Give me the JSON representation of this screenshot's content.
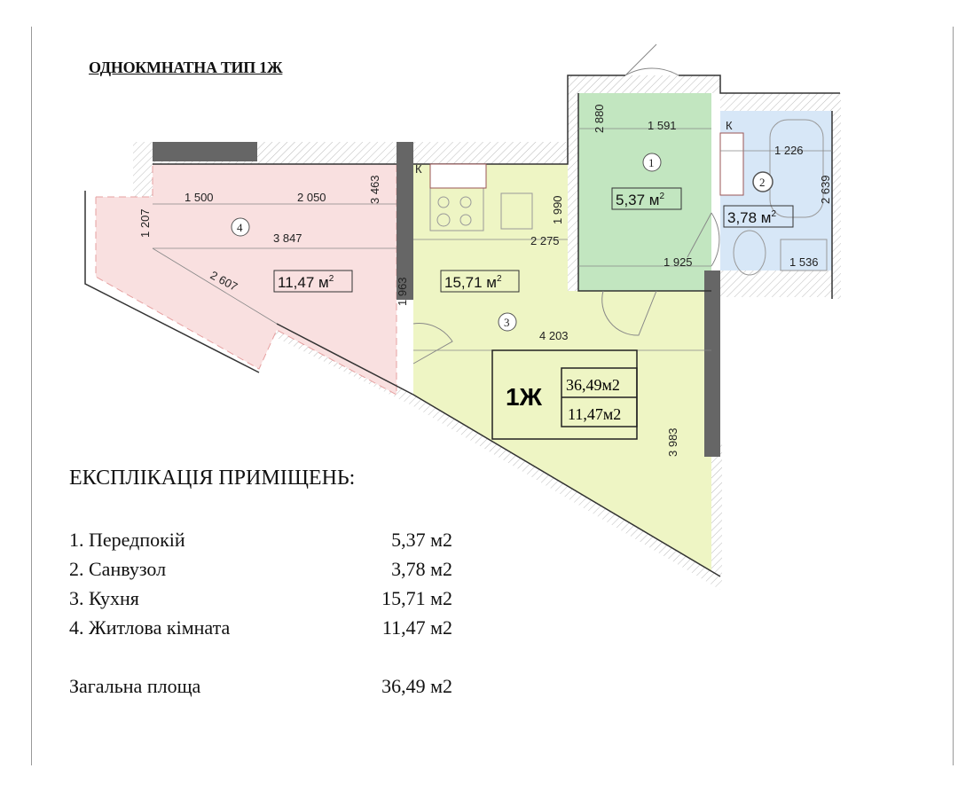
{
  "title": "ОДНОКМНАТНА ТИП 1Ж",
  "plan": {
    "rooms": [
      {
        "number": "1",
        "area": "5,37 м",
        "color": "#c2e6c0"
      },
      {
        "number": "2",
        "area": "3,78 м",
        "color": "#d7e7f7"
      },
      {
        "number": "3",
        "area": "15,71 м",
        "color": "#eef5c4"
      },
      {
        "number": "4",
        "area": "11,47 м",
        "color": "#f9e0e0"
      }
    ],
    "area_sup": "2",
    "dimensions": [
      "1 500",
      "2 050",
      "3 463",
      "1 207",
      "3 847",
      "2 607",
      "1 963",
      "1 990",
      "2 275",
      "4 203",
      "3 983",
      "2 880",
      "1 591",
      "1 925",
      "1 226",
      "2 639",
      "1 536"
    ],
    "socket_mark": "К",
    "badge": {
      "type": "1Ж",
      "total": "36,49м2",
      "living": "11,47м2"
    }
  },
  "explication": {
    "heading": "ЕКСПЛІКАЦІЯ ПРИМІЩЕНЬ:",
    "items": [
      {
        "name": "1. Передпокій",
        "area": "5,37 м2"
      },
      {
        "name": "2. Санвузол",
        "area": "3,78 м2"
      },
      {
        "name": "3. Кухня",
        "area": "15,71 м2"
      },
      {
        "name": "4. Житлова кімната",
        "area": "11,47 м2"
      }
    ],
    "total_label": "Загальна площа",
    "total_area": "36,49 м2"
  }
}
